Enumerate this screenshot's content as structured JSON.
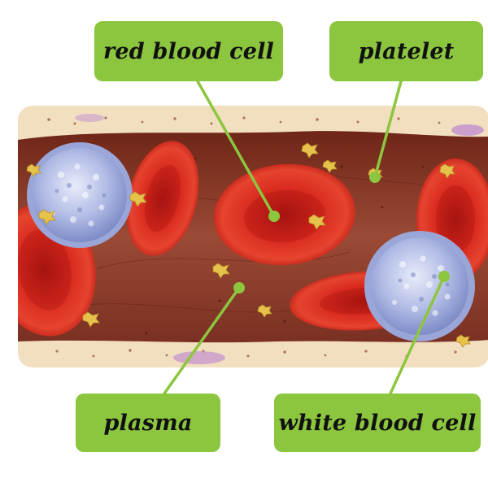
{
  "labels": {
    "red_blood_cell": "red blood cell",
    "platelet": "platelet",
    "plasma": "plasma",
    "white_blood_cell": "white blood cell"
  },
  "colors": {
    "label_green": "#8cc63f",
    "pointer_green": "#8cc63f",
    "vessel_wall": "#f1dfc0",
    "plasma": "#8a3a28",
    "red_cell": "#d42a20",
    "white_cell": "#a9b6e2",
    "platelet": "#e6c24a"
  }
}
